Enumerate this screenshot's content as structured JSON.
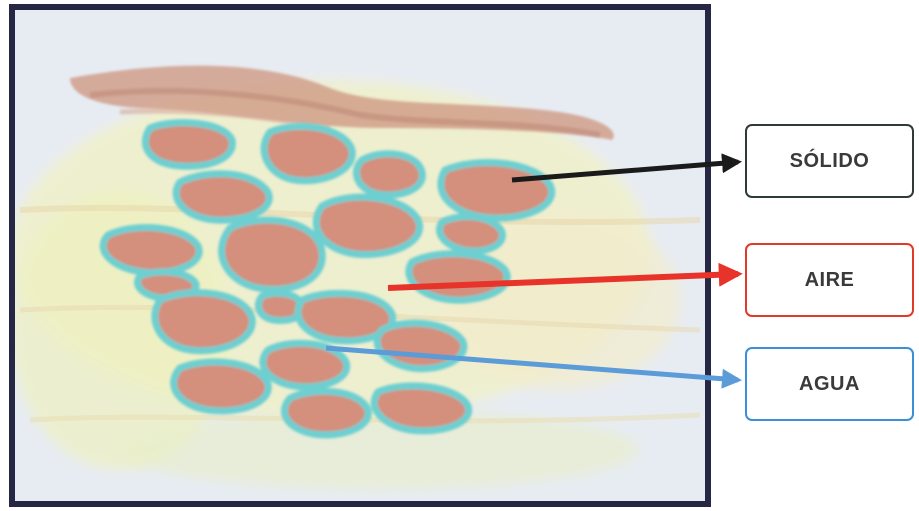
{
  "labels": {
    "solido": {
      "text": "SÓLIDO",
      "color": "#2f3b36"
    },
    "aire": {
      "text": "AIRE",
      "color": "#e23a2a"
    },
    "agua": {
      "text": "AGUA",
      "color": "#3a8fd8"
    }
  },
  "colors": {
    "frame": "#2a2a4a",
    "soil_particle": "#cf8a78",
    "water_film": "#6ecfd0",
    "background_wash": "#eef2c8"
  }
}
